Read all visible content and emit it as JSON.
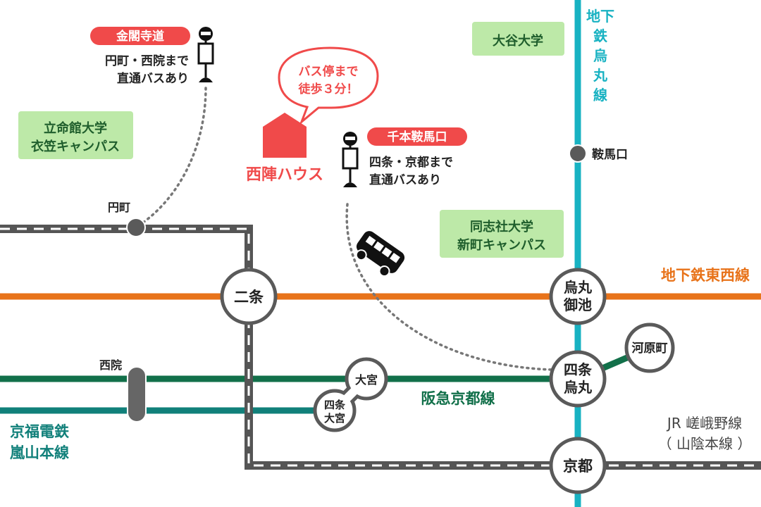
{
  "colors": {
    "subway_karasuma": "#18b2c2",
    "subway_tozai": "#e8731a",
    "hankyu": "#12704a",
    "keifuku": "#11807a",
    "jr": "#555555",
    "accent_red": "#f04a4a",
    "campus_bg": "#bde9a8",
    "campus_text": "#1f5e2c",
    "station_border": "#5a5a5a",
    "bus_route": "#777777"
  },
  "lines": {
    "subway_karasuma": [
      "地下",
      "鉄",
      "烏",
      "丸",
      "線"
    ],
    "subway_tozai": "地下鉄東西線",
    "hankyu": "阪急京都線",
    "keifuku": [
      "京福電鉄",
      "嵐山本線"
    ],
    "jr": [
      "JR 嵯峨野線",
      "（ 山陰本線 ）"
    ]
  },
  "stations": {
    "nijo": "二条",
    "karasuma_oike": [
      "烏丸",
      "御池"
    ],
    "shijo_karasuma": [
      "四条",
      "烏丸"
    ],
    "kyoto": "京都",
    "kawaramachi": "河原町",
    "omiya": "大宮",
    "shijo_omiya": [
      "四条",
      "大宮"
    ],
    "kuramaguchi": "鞍馬口",
    "enmachi": "円町",
    "saiin": "西院"
  },
  "bus_stops": {
    "kinkakuji": {
      "name": "金閣寺道",
      "note": [
        "円町・西院まで",
        "直通バスあり"
      ]
    },
    "senbon_kuramaguchi": {
      "name": "千本鞍馬口",
      "note": [
        "四条・京都まで",
        "直通バスあり"
      ]
    }
  },
  "house": {
    "name": "西陣ハウス",
    "bubble": [
      "バス停まで",
      "徒歩３分！"
    ]
  },
  "campuses": {
    "otani": [
      "大谷大学"
    ],
    "ritsumeikan": [
      "立命館大学",
      "衣笠キャンパス"
    ],
    "doshisha": [
      "同志社大学",
      "新町キャンパス"
    ]
  }
}
